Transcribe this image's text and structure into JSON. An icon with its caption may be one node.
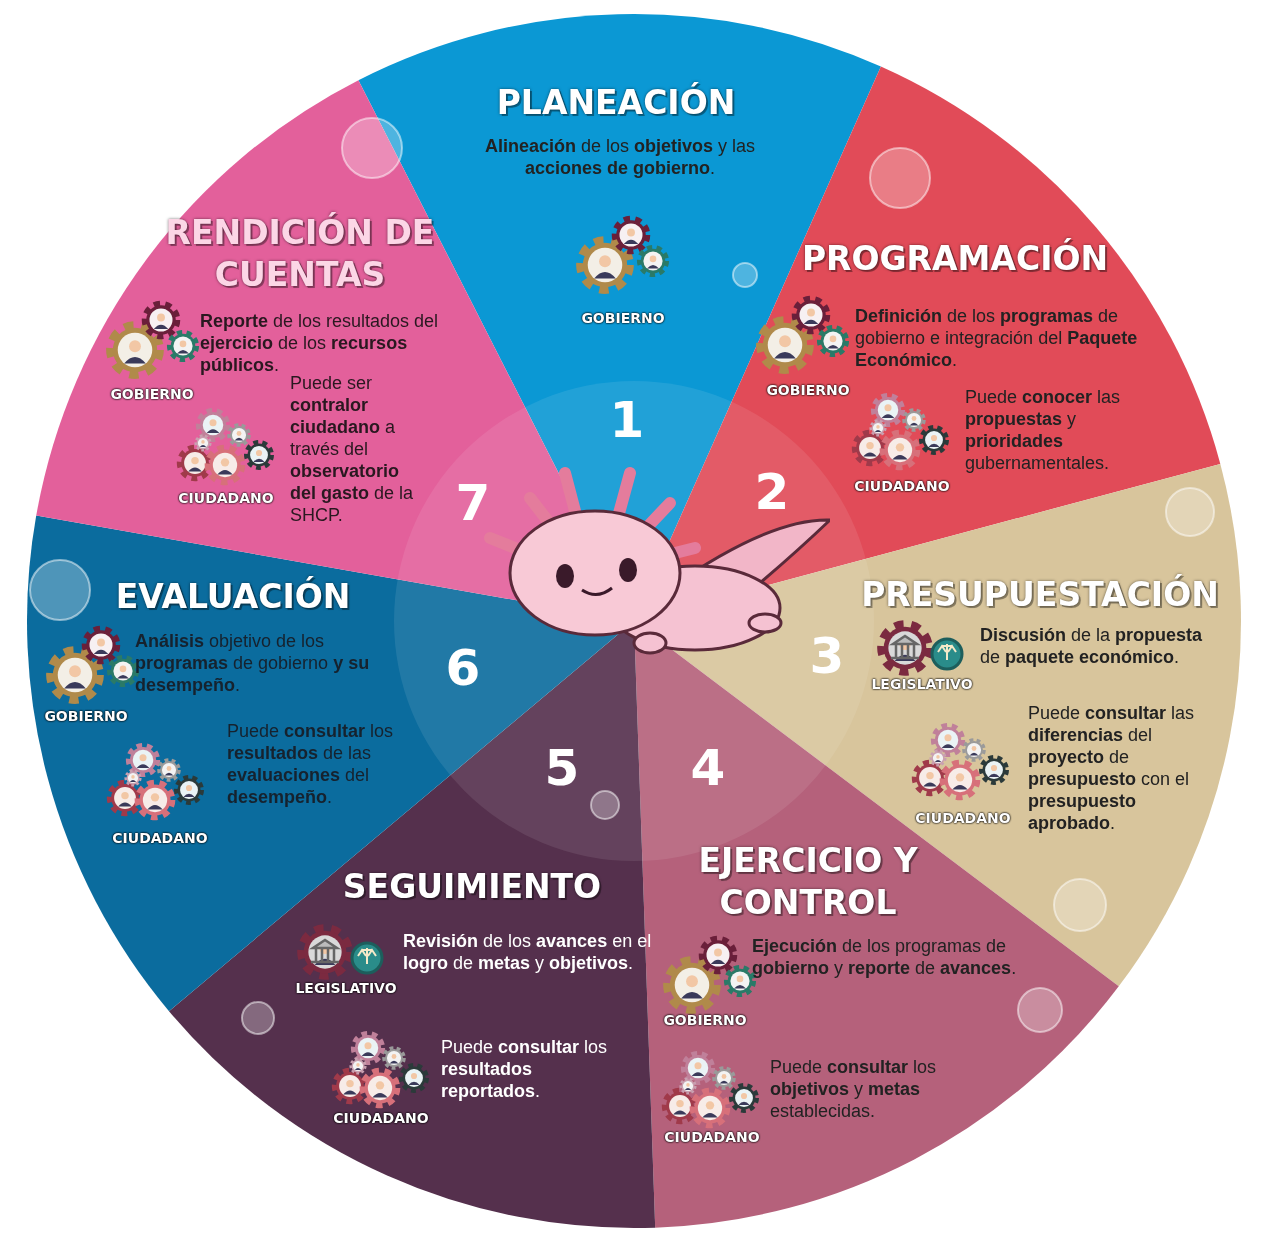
{
  "diagram": {
    "nodes": [
      {
        "text": [
          "PLANEACIÓN",
          "1"
        ]
      },
      {
        "text": [
          "**Alineación** de los **objetivos** y las **acciones de gobierno**.",
          "GOBIERNO"
        ],
        "in": 0
      },
      {
        "text": [
          "PROGRAMACIÓN",
          "2"
        ]
      },
      {
        "text": [
          "GOBIERNO",
          "**Definición** de los **programas** de gobierno e integración del **Paquete Económico**."
        ],
        "in": 2
      },
      {
        "text": [
          "CIUDADANO",
          "Puede **conocer** las **propuestas** y **prioridades** gubernamentales."
        ],
        "in": 2
      },
      {
        "text": [
          "PRESUPUESTACIÓN",
          "3"
        ]
      },
      {
        "text": [
          "LEGISLATIVO",
          "**Discusión** de la **propuesta** de **paquete económico**."
        ],
        "in": 5
      },
      {
        "text": [
          "CIUDADANO",
          "Puede **consultar** las **diferencias** del **proyecto** de **presupuesto** con el **presupuesto** **aprobado**."
        ],
        "in": 5
      },
      {
        "text": [
          "4",
          "EJERCICIO Y CONTROL"
        ]
      },
      {
        "text": [
          "GOBIERNO",
          "**Ejecución** de los programas de **gobierno** y **reporte** de **avances**."
        ],
        "in": 8
      },
      {
        "text": [
          "CIUDADANO",
          "Puede **consultar** los **objetivos** y **metas** establecidas."
        ],
        "in": 8
      },
      {
        "text": [
          "5",
          "SEGUIMIENTO"
        ]
      },
      {
        "text": [
          "LEGISLATIVO",
          "**Revisión** de los **avances** en el **logro** de **metas** y **objetivos**."
        ],
        "in": 11
      },
      {
        "text": [
          "CIUDADANO",
          "Puede **consultar** los **resultados reportados**."
        ],
        "in": 11
      },
      {
        "text": [
          "EVALUACIÓN",
          "6"
        ]
      },
      {
        "text": [
          "GOBIERNO",
          "**Análisis** objetivo de los **programas** de gobierno **y su desempeño**."
        ],
        "in": 14
      },
      {
        "text": [
          "CIUDADANO",
          "Puede **consultar** los **resultados** de las **evaluaciones** del **desempeño**."
        ],
        "in": 14
      },
      {
        "text": [
          "RENDICIÓN DE CUENTAS",
          "7"
        ]
      },
      {
        "text": [
          "GOBIERNO",
          "**Reporte** de los resultados del **ejercicio** de los **recursos públicos**."
        ],
        "in": 17
      },
      {
        "text": [
          "CIUDADANO",
          "Puede ser **contralor ciudadano** a través del **observatorio del gasto** de la SHCP."
        ],
        "in": 17
      }
    ]
  }
}
